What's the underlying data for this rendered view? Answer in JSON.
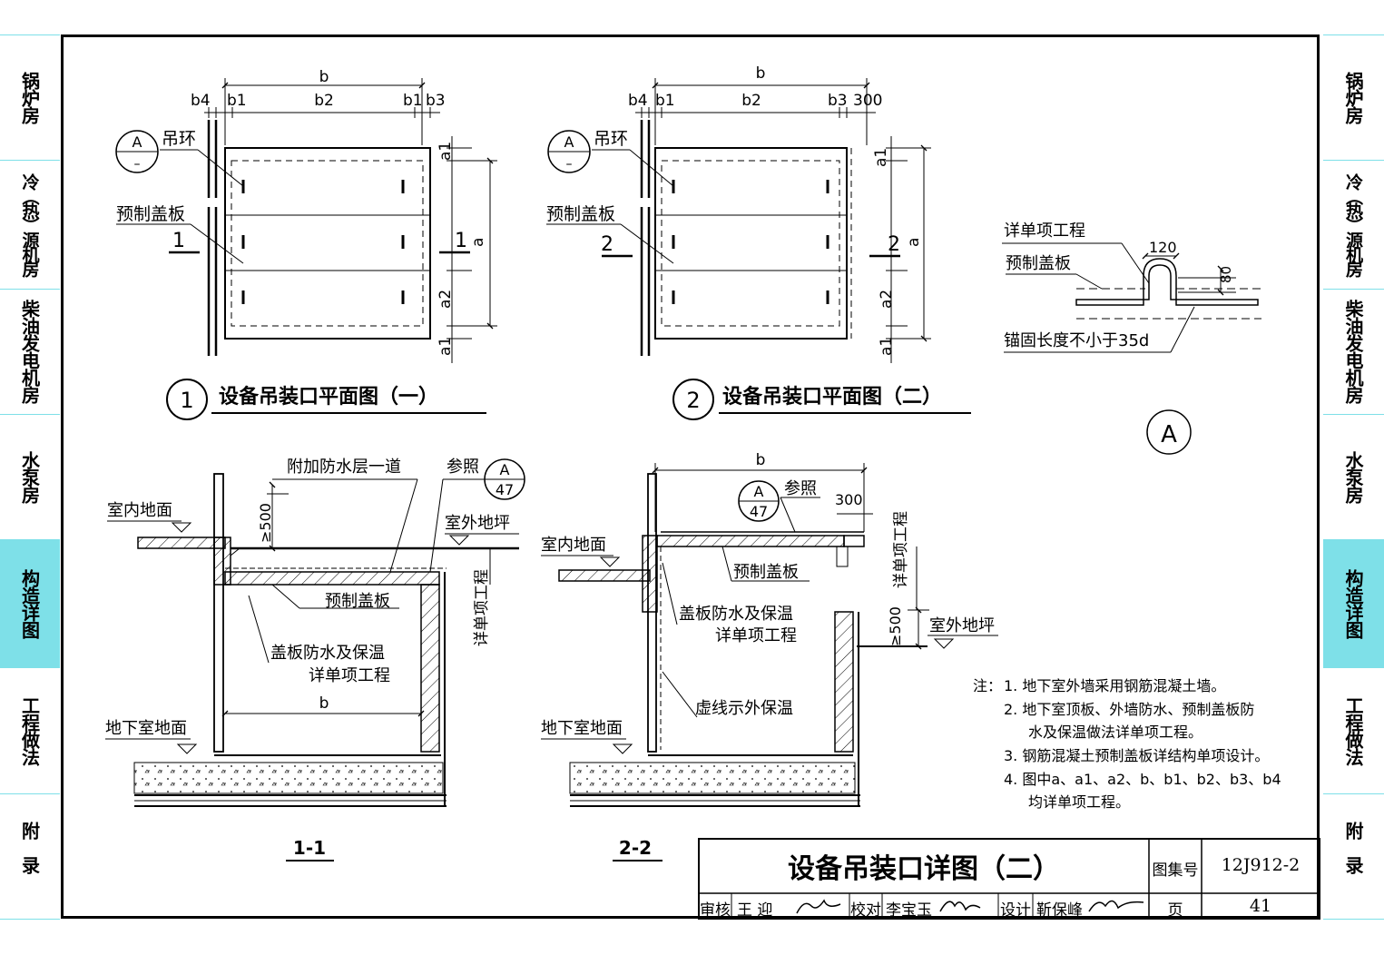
{
  "side_tabs": [
    {
      "label": "锅炉房",
      "active": false
    },
    {
      "label": "冷（热）源机房",
      "active": false
    },
    {
      "label": "柴油发电机房",
      "active": false
    },
    {
      "label": "水泵房",
      "active": false
    },
    {
      "label": "构造详图",
      "active": true
    },
    {
      "label": "工程做法",
      "active": false
    },
    {
      "label": "附录",
      "active": false
    }
  ],
  "plan1": {
    "number": "1",
    "title": "设备吊装口平面图（一）",
    "dims_top": {
      "b": "b",
      "b4": "b4",
      "b1_left": "b1",
      "b2": "b2",
      "b1_right": "b1",
      "b3": "b3"
    },
    "dims_side": {
      "a1_top": "a1",
      "a": "a",
      "a2": "a2",
      "a1_bottom": "a1"
    },
    "ring_label": "吊环",
    "cover_label": "预制盖板",
    "detail_ref": "A",
    "detail_ref_sheet": "–",
    "section_mark": "1"
  },
  "plan2": {
    "number": "2",
    "title": "设备吊装口平面图（二）",
    "dims_top": {
      "b": "b",
      "b4": "b4",
      "b1": "b1",
      "b2": "b2",
      "b3": "b3",
      "d300": "300"
    },
    "dims_side": {
      "a1_top": "a1",
      "a": "a",
      "a2": "a2",
      "a1_bottom": "a1"
    },
    "ring_label": "吊环",
    "cover_label": "预制盖板",
    "detail_ref": "A",
    "detail_ref_sheet": "–",
    "section_mark": "2"
  },
  "detailA": {
    "label_project": "详单项工程",
    "label_cover": "预制盖板",
    "dim_120": "120",
    "dim_80": "80",
    "label_anchor": "锚固长度不小于35d",
    "circle_label": "A"
  },
  "section1": {
    "title": "1-1",
    "indoor_floor": "室内地面",
    "extra_waterproof": "附加防水层一道",
    "ref_label": "参照",
    "ref_detail": "A",
    "ref_sheet": "47",
    "dim_500": "≥500",
    "outdoor_ground": "室外地坪",
    "detail_project": "详单项工程",
    "cover": "预制盖板",
    "cover_insulation": "盖板防水及保温",
    "detail_project2": "详单项工程",
    "dim_b": "b",
    "basement_floor": "地下室地面"
  },
  "section2": {
    "title": "2-2",
    "dim_b": "b",
    "ref_detail": "A",
    "ref_sheet": "47",
    "ref_label": "参照",
    "dim_300": "300",
    "detail_project": "详单项工程",
    "indoor_floor": "室内地面",
    "cover": "预制盖板",
    "cover_insulation": "盖板防水及保温",
    "detail_project2": "详单项工程",
    "dim_500": "≥500",
    "outdoor_ground": "室外地坪",
    "dashed_note": "虚线示外保温",
    "basement_floor": "地下室地面"
  },
  "notes": {
    "label": "注：",
    "items": [
      "1.  地下室外墙采用钢筋混凝土墙。",
      "2.  地下室顶板、外墙防水、预制盖板防",
      "水及保温做法详单项工程。",
      "3.  钢筋混凝土预制盖板详结构单项设计。",
      "4.  图中a、a1、a2、b、b1、b2、b3、b4",
      "均详单项工程。"
    ]
  },
  "title_block": {
    "title": "设备吊装口详图（二）",
    "atlas_label": "图集号",
    "atlas_no": "12J912-2",
    "review_label": "审核",
    "reviewer": "王 迎",
    "check_label": "校对",
    "checker": "李宝玉",
    "design_label": "设计",
    "designer": "靳保峰",
    "page_label": "页",
    "page_no": "41"
  }
}
